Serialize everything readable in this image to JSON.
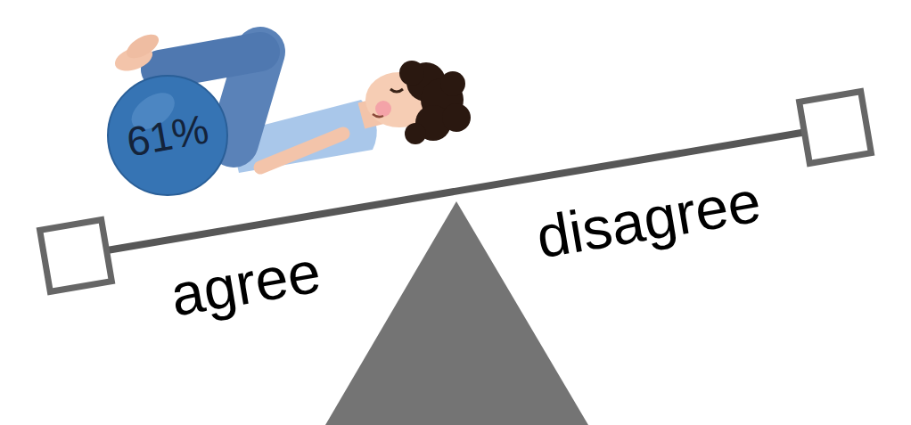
{
  "diagram": {
    "nodes": [
      {
        "text": [
          "61%"
        ]
      }
    ],
    "labels": [
      "agree",
      "disagree"
    ]
  }
}
